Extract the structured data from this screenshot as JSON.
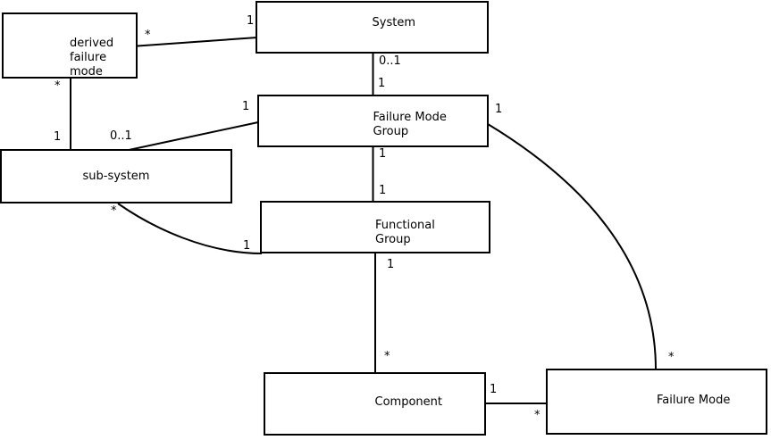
{
  "diagram": {
    "type": "uml-class-association-diagram",
    "background_color": "#ffffff",
    "line_color": "#000000",
    "text_color": "#000000",
    "nodes": {
      "derived_failure_mode": {
        "label": "derived\nfailure\nmode"
      },
      "system": {
        "label": "System"
      },
      "failure_mode_group": {
        "label": "Failure Mode\nGroup"
      },
      "sub_system": {
        "label": "sub-system"
      },
      "functional_group": {
        "label": "Functional\nGroup"
      },
      "component": {
        "label": "Component"
      },
      "failure_mode": {
        "label": "Failure Mode"
      }
    },
    "edges": [
      {
        "between": [
          "derived_failure_mode",
          "system"
        ],
        "mult_a": "*",
        "mult_b": "1"
      },
      {
        "between": [
          "derived_failure_mode",
          "sub_system"
        ],
        "mult_a": "*",
        "mult_b": "1"
      },
      {
        "between": [
          "sub_system",
          "failure_mode_group"
        ],
        "mult_a": "0..1",
        "mult_b": "1"
      },
      {
        "between": [
          "system",
          "failure_mode_group"
        ],
        "mult_a": "0..1",
        "mult_b": "1"
      },
      {
        "between": [
          "failure_mode_group",
          "functional_group"
        ],
        "mult_a": "1",
        "mult_b": "1"
      },
      {
        "between": [
          "functional_group",
          "component"
        ],
        "mult_a": "1",
        "mult_b": "*"
      },
      {
        "between": [
          "sub_system",
          "functional_group"
        ],
        "mult_a": "*",
        "mult_b": "1"
      },
      {
        "between": [
          "failure_mode_group",
          "failure_mode"
        ],
        "mult_a": "1",
        "mult_b": "*"
      },
      {
        "between": [
          "component",
          "failure_mode"
        ],
        "mult_a": "1",
        "mult_b": "*"
      }
    ]
  }
}
